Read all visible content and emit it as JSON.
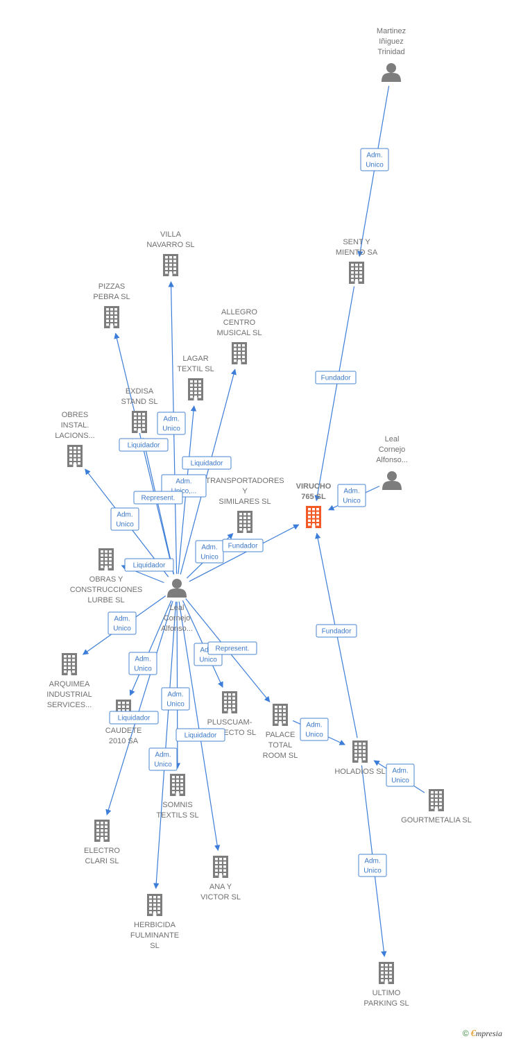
{
  "colors": {
    "edge": "#3b7dd8",
    "node": "#7d7d7d",
    "focus": "#f15a24"
  },
  "nodes": [
    {
      "id": "martinez",
      "type": "person",
      "lines": [
        "Martinez",
        "Iñiguez",
        "Trinidad"
      ]
    },
    {
      "id": "sent",
      "type": "company",
      "lines": [
        "SENT Y",
        "MIENTO SA"
      ]
    },
    {
      "id": "virucho",
      "type": "company",
      "focus": true,
      "lines": [
        "VIRUCHO",
        "765  SL"
      ]
    },
    {
      "id": "leal2",
      "type": "person",
      "lines": [
        "Leal",
        "Cornejo",
        "Alfonso..."
      ]
    },
    {
      "id": "leal",
      "type": "person",
      "lines": [
        "Leal",
        "Cornejo",
        "Alfonso..."
      ]
    },
    {
      "id": "villa",
      "type": "company",
      "lines": [
        "VILLA",
        "NAVARRO  SL"
      ]
    },
    {
      "id": "pizzas",
      "type": "company",
      "lines": [
        "PIZZAS",
        "PEBRA  SL"
      ]
    },
    {
      "id": "allegro",
      "type": "company",
      "lines": [
        "ALLEGRO",
        "CENTRO",
        "MUSICAL  SL"
      ]
    },
    {
      "id": "lagar",
      "type": "company",
      "lines": [
        "LAGAR",
        "TEXTIL SL"
      ]
    },
    {
      "id": "exdisa",
      "type": "company",
      "lines": [
        "EXDISA",
        "STAND  SL"
      ]
    },
    {
      "id": "obres",
      "type": "company",
      "lines": [
        "OBRES",
        "INSTAL.",
        "LACIONS..."
      ]
    },
    {
      "id": "transp",
      "type": "company",
      "lines": [
        "TRANSPORTADORES",
        "Y",
        "SIMILARES  SL"
      ]
    },
    {
      "id": "obras",
      "type": "company",
      "lines": [
        "OBRAS Y",
        "CONSTRUCCIONES",
        "LURBE  SL"
      ]
    },
    {
      "id": "arquimea",
      "type": "company",
      "lines": [
        "ARQUIMEA",
        "INDUSTRIAL",
        "SERVICES..."
      ]
    },
    {
      "id": "caudete",
      "type": "company",
      "lines": [
        "CAUDETE",
        "2010 SA"
      ]
    },
    {
      "id": "pluscuam",
      "type": "company",
      "lines": [
        "PLUSCUAM-",
        "PERFECTO SL"
      ]
    },
    {
      "id": "palace",
      "type": "company",
      "lines": [
        "PALACE",
        "TOTAL",
        "ROOM SL"
      ]
    },
    {
      "id": "holadios",
      "type": "company",
      "lines": [
        "HOLADIOS  SL"
      ]
    },
    {
      "id": "gourmet",
      "type": "company",
      "lines": [
        "GOURTMETALIA SL"
      ]
    },
    {
      "id": "somnis",
      "type": "company",
      "lines": [
        "SOMNIS",
        "TEXTILS  SL"
      ]
    },
    {
      "id": "electro",
      "type": "company",
      "lines": [
        "ELECTRO",
        "CLARI  SL"
      ]
    },
    {
      "id": "ana",
      "type": "company",
      "lines": [
        "ANA Y",
        "VICTOR  SL"
      ]
    },
    {
      "id": "herbicida",
      "type": "company",
      "lines": [
        "HERBICIDA",
        "FULMINANTE",
        "SL"
      ]
    },
    {
      "id": "ultimo",
      "type": "company",
      "lines": [
        "ULTIMO",
        "PARKING SL"
      ]
    }
  ],
  "edges": [
    {
      "from": "martinez",
      "to": "sent",
      "label": [
        "Adm.",
        "Unico"
      ]
    },
    {
      "from": "sent",
      "to": "virucho",
      "label": [
        "Fundador"
      ]
    },
    {
      "from": "leal2",
      "to": "virucho",
      "label": [
        "Adm.",
        "Unico"
      ]
    },
    {
      "from": "holadios",
      "to": "virucho",
      "label": [
        "Fundador"
      ]
    },
    {
      "from": "holadios",
      "to": "ultimo",
      "label": [
        "Adm.",
        "Unico"
      ]
    },
    {
      "from": "leal",
      "to": "villa",
      "label": [
        "Adm.",
        "Unico"
      ]
    },
    {
      "from": "leal",
      "to": "pizzas",
      "label": [
        "Liquidador"
      ]
    },
    {
      "from": "leal",
      "to": "allegro",
      "label": [
        "Liquidador"
      ]
    },
    {
      "from": "leal",
      "to": "lagar",
      "label": [
        "Adm.",
        "Unico,..."
      ]
    },
    {
      "from": "leal",
      "to": "exdisa",
      "label": [
        "Represent."
      ]
    },
    {
      "from": "leal",
      "to": "obres",
      "label": [
        "Adm.",
        "Unico"
      ]
    },
    {
      "from": "leal",
      "to": "transp",
      "label": [
        "Adm.",
        "Unico"
      ]
    },
    {
      "from": "leal",
      "to": "virucho",
      "label": [
        "Fundador"
      ]
    },
    {
      "from": "leal",
      "to": "obras",
      "label": [
        "Liquidador"
      ]
    },
    {
      "from": "leal",
      "to": "arquimea",
      "label": [
        "Adm.",
        "Unico"
      ]
    },
    {
      "from": "leal",
      "to": "caudete",
      "label": [
        "Adm.",
        "Unico"
      ]
    },
    {
      "from": "leal",
      "to": "pluscuam",
      "label": [
        "Adm.",
        "Unico"
      ]
    },
    {
      "from": "leal",
      "to": "palace",
      "label": [
        "Represent."
      ]
    },
    {
      "from": "leal",
      "to": "electro",
      "label": [
        "Liquidador"
      ]
    },
    {
      "from": "leal",
      "to": "somnis",
      "label": [
        "Adm.",
        "Unico"
      ]
    },
    {
      "from": "leal",
      "to": "ana",
      "label": [
        "Liquidador"
      ]
    },
    {
      "from": "leal",
      "to": "herbicida",
      "label": [
        "Adm.",
        "Unico"
      ]
    },
    {
      "from": "gourmet",
      "to": "holadios",
      "label": [
        "Adm.",
        "Unico"
      ]
    },
    {
      "from": "palace",
      "to": "holadios",
      "label": [
        "Adm.",
        "Unico"
      ]
    }
  ],
  "watermark": {
    "symbol": "©",
    "brand_initial": "€",
    "brand_rest": "mpresia"
  }
}
